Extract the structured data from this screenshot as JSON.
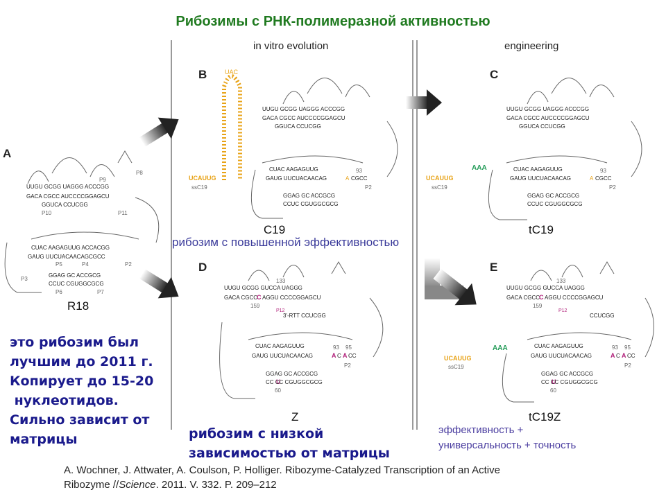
{
  "title": "Рибозимы с РНК-полимеразной активностью",
  "headers": {
    "evolution": "in vitro evolution",
    "engineering": "engineering"
  },
  "panels": [
    {
      "letter": "A",
      "name": "R18"
    },
    {
      "letter": "B",
      "name": "C19",
      "primer": "ssC19",
      "primer_seq": "UCAUUG"
    },
    {
      "letter": "C",
      "name": "tC19",
      "primer": "ssC19",
      "primer_seq": "UCAUUG"
    },
    {
      "letter": "D",
      "name": "Z"
    },
    {
      "letter": "E",
      "name": "tC19Z",
      "primer": "ssC19",
      "primer_seq": "UCAUUG"
    }
  ],
  "helix_labels": [
    "P10",
    "P9",
    "P8",
    "P11",
    "P5",
    "P4",
    "P2",
    "P3",
    "P6",
    "P7",
    "P12"
  ],
  "numbers": [
    "93",
    "95",
    "133",
    "159",
    "60"
  ],
  "captions": {
    "c19": "рибозим с повышенной эффективностью",
    "z_line1": "рибозим с низкой",
    "z_line2": "зависимостью от матрицы",
    "tc19z_line1": "эффективность +",
    "tc19z_line2": "универсальность + точность"
  },
  "left_note": [
    "это рибозим был",
    "лучшим до 2011 г.",
    "Копирует до 15-20",
    " нуклеотидов.",
    "Сильно зависит от",
    "матрицы"
  ],
  "reference": {
    "line1": "A. Wochner, J. Attwater, A. Coulson, P. Holliger. Ribozyme-Catalyzed Transcription of an Active",
    "line2_pre": "Ribozyme //",
    "line2_journal": "Science",
    "line2_post": ". 2011. V. 332. P. 209–212"
  },
  "colors": {
    "title": "#1f7a1f",
    "orange": "#e8a317",
    "green": "#1f9a55",
    "magenta": "#b0207a",
    "blue_note": "#1a1a8c"
  }
}
